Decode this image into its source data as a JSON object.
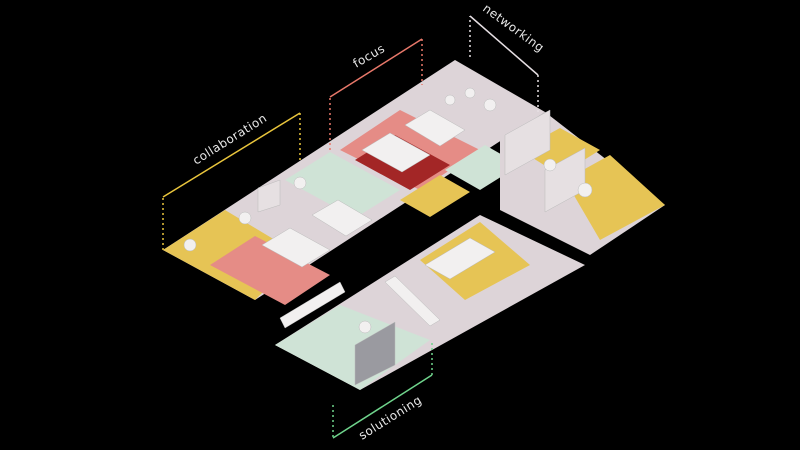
{
  "zones": {
    "collaboration": {
      "label": "collaboration",
      "color": "#e9c53c"
    },
    "focus": {
      "label": "focus",
      "color": "#e8786a"
    },
    "networking": {
      "label": "networking",
      "color": "#e6dfe3"
    },
    "solutioning": {
      "label": "solutioning",
      "color": "#6fd48c"
    }
  },
  "floor_colors": {
    "base": "#ddd4d8",
    "yellow": "#e6c455",
    "red": "#e58c86",
    "darkred": "#a32626",
    "mint": "#cfe3d6",
    "furniture": "#f2f0f0",
    "wall": "#c9c3c6"
  }
}
